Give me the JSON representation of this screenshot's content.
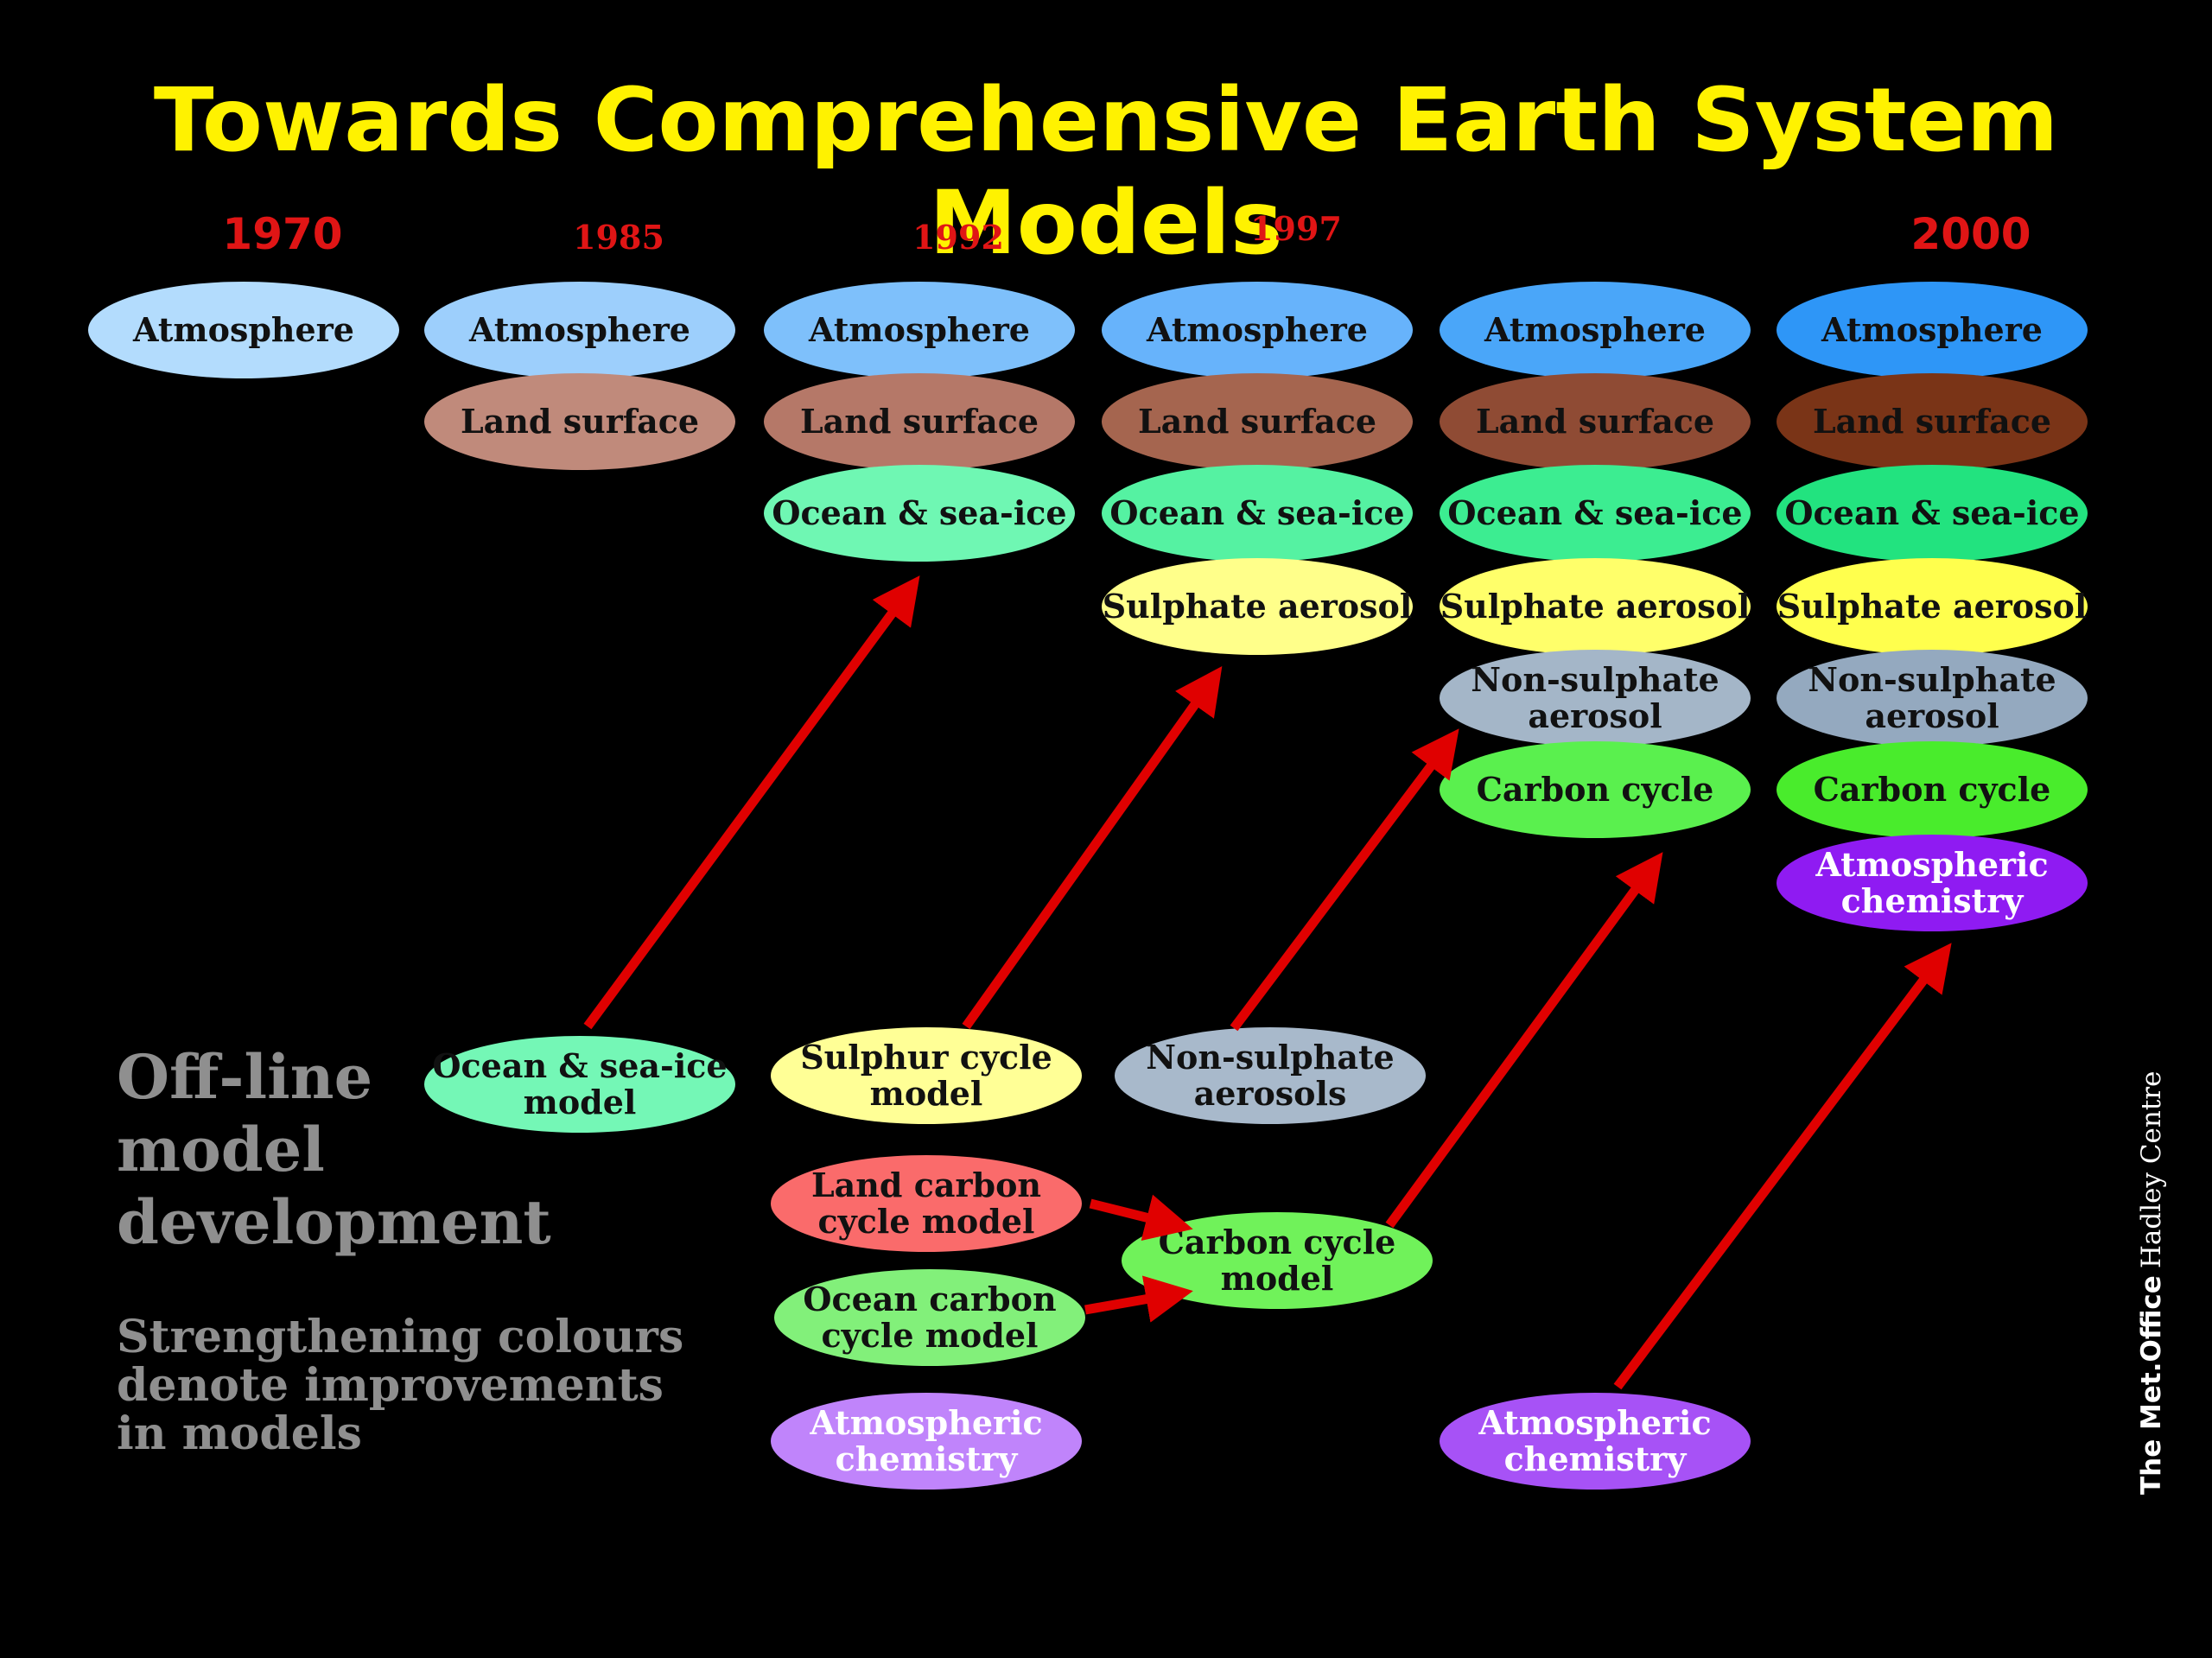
{
  "title": "Towards Comprehensive Earth System Models",
  "years": [
    {
      "label": "1970",
      "style": "big"
    },
    {
      "label": "1985",
      "style": "small"
    },
    {
      "label": "1992",
      "style": "small"
    },
    {
      "label": "1997",
      "style": "small"
    },
    {
      "label": "",
      "style": "small"
    },
    {
      "label": "2000",
      "style": "big"
    }
  ],
  "columns": [
    {
      "year": "1970",
      "components": [
        {
          "name": "atmosphere",
          "label": "Atmosphere",
          "color": "#b3dcfd",
          "text": "dark"
        }
      ]
    },
    {
      "year": "1985",
      "components": [
        {
          "name": "atmosphere",
          "label": "Atmosphere",
          "color": "#9dcffc",
          "text": "dark"
        },
        {
          "name": "land-surface",
          "label": "Land surface",
          "color": "#c08a7b",
          "text": "dark"
        }
      ]
    },
    {
      "year": "1992",
      "components": [
        {
          "name": "atmosphere",
          "label": "Atmosphere",
          "color": "#7ec0fb",
          "text": "dark"
        },
        {
          "name": "land-surface",
          "label": "Land surface",
          "color": "#b57868",
          "text": "dark"
        },
        {
          "name": "ocean-sea-ice",
          "label": "Ocean & sea-ice",
          "color": "#6ff7b3",
          "text": "dark"
        }
      ]
    },
    {
      "year": "1997",
      "components": [
        {
          "name": "atmosphere",
          "label": "Atmosphere",
          "color": "#67b3fb",
          "text": "dark"
        },
        {
          "name": "land-surface",
          "label": "Land surface",
          "color": "#a5654f",
          "text": "dark"
        },
        {
          "name": "ocean-sea-ice",
          "label": "Ocean & sea-ice",
          "color": "#55f2a2",
          "text": "dark"
        },
        {
          "name": "sulphate-aerosol",
          "label": "Sulphate aerosol",
          "color": "#ffff8a",
          "text": "dark"
        }
      ]
    },
    {
      "year": "",
      "components": [
        {
          "name": "atmosphere",
          "label": "Atmosphere",
          "color": "#4aa6f9",
          "text": "dark"
        },
        {
          "name": "land-surface",
          "label": "Land surface",
          "color": "#8f4b34",
          "text": "dark"
        },
        {
          "name": "ocean-sea-ice",
          "label": "Ocean & sea-ice",
          "color": "#3ced91",
          "text": "dark"
        },
        {
          "name": "sulphate-aerosol",
          "label": "Sulphate aerosol",
          "color": "#ffff6a",
          "text": "dark"
        },
        {
          "name": "non-sulphate-aerosol",
          "label": "Non-sulphate aerosol",
          "color": "#a4b6c8",
          "text": "dark"
        },
        {
          "name": "carbon-cycle",
          "label": "Carbon cycle",
          "color": "#5af04e",
          "text": "dark"
        }
      ]
    },
    {
      "year": "2000",
      "components": [
        {
          "name": "atmosphere",
          "label": "Atmosphere",
          "color": "#2e96f7",
          "text": "dark"
        },
        {
          "name": "land-surface",
          "label": "Land surface",
          "color": "#7a3417",
          "text": "dark"
        },
        {
          "name": "ocean-sea-ice",
          "label": "Ocean & sea-ice",
          "color": "#22e37f",
          "text": "dark"
        },
        {
          "name": "sulphate-aerosol",
          "label": "Sulphate aerosol",
          "color": "#ffff4d",
          "text": "dark"
        },
        {
          "name": "non-sulphate-aerosol",
          "label": "Non-sulphate aerosol",
          "color": "#94a9bf",
          "text": "dark"
        },
        {
          "name": "carbon-cycle",
          "label": "Carbon cycle",
          "color": "#49ec2c",
          "text": "dark"
        },
        {
          "name": "atmospheric-chemistry",
          "label": "Atmospheric chemistry",
          "color": "#8f1bf2",
          "text": "light"
        }
      ]
    }
  ],
  "offline_models": [
    {
      "name": "ocean-sea-ice-model",
      "label": "Ocean & sea-ice model",
      "color": "#74f7b6",
      "text": "dark"
    },
    {
      "name": "sulphur-cycle-model",
      "label": "Sulphur cycle model",
      "color": "#ffff96",
      "text": "dark"
    },
    {
      "name": "non-sulphate-aerosols",
      "label": "Non-sulphate aerosols",
      "color": "#a8b9cb",
      "text": "dark"
    },
    {
      "name": "land-carbon-cycle-model",
      "label": "Land carbon cycle model",
      "color": "#fa6b6b",
      "text": "dark"
    },
    {
      "name": "ocean-carbon-cycle-model",
      "label": "Ocean carbon cycle model",
      "color": "#82f07a",
      "text": "dark"
    },
    {
      "name": "carbon-cycle-model",
      "label": "Carbon cycle model",
      "color": "#70f25a",
      "text": "dark"
    },
    {
      "name": "atmospheric-chemistry-offline-1",
      "label": "Atmospheric chemistry",
      "color": "#c084fb",
      "text": "light"
    },
    {
      "name": "atmospheric-chemistry-offline-2",
      "label": "Atmospheric chemistry",
      "color": "#a752f6",
      "text": "light"
    }
  ],
  "offline_heading": [
    "Off-line",
    "model",
    "development"
  ],
  "legend_note": [
    "Strengthening colours",
    "denote improvements",
    "in models"
  ],
  "arrow_color": "#e00000",
  "credit": {
    "bold": "The Met.Office",
    "regular": "Hadley Centre"
  }
}
